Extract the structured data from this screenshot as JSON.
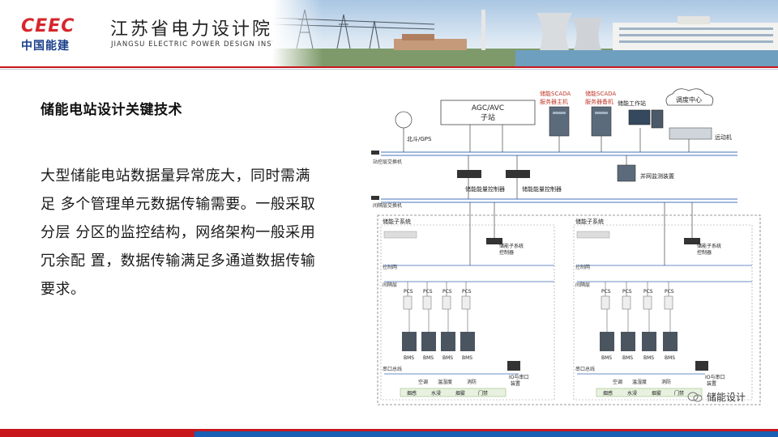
{
  "header": {
    "logo_mark": "CEEC",
    "logo_cn": "中国能建",
    "org_name_cn": "江苏省电力设计院",
    "org_name_en": "JIANGSU ELECTRIC POWER DESIGN INSTITUTE"
  },
  "slide": {
    "title": "储能电站设计关键技术",
    "body_lines": [
      "大型储能电站数据量异常庞大，同时需满",
      "足 多个管理单元数据传输需要。一般采取",
      "分层 分区的监控结构，网络架构一般采用",
      "冗余配 置，数据传输满足多通道数据传输",
      "要求。"
    ]
  },
  "diagram": {
    "agc_line1": "AGC/AVC",
    "agc_line2": "子站",
    "scada_main_1": "储能SCADA",
    "scada_main_2": "服务器主机",
    "scada_backup_1": "储能SCADA",
    "scada_backup_2": "服务器备机",
    "workstation": "储能工作站",
    "dispatch": "调度中心",
    "beidou": "北斗/GPS",
    "remote": "远动机",
    "station_switch": "站控层交换机",
    "controller_a": "储能能量控制器",
    "controller_b": "储能能量控制器",
    "grid_monitor": "并网监测装置",
    "ctrl_switch": "间隔层交换机",
    "subsystem": "储能子系统",
    "sub_controller_1": "储能子系统",
    "sub_controller_2": "控制器",
    "ctrl_net": "控制网",
    "bay_layer": "间隔层",
    "pcs": "PCS",
    "bms": "BMS",
    "serial_bus": "串口总线",
    "hvac": "空调",
    "temp_humidity": "温湿度",
    "fire": "消防",
    "io_1": "IO与串口",
    "io_2": "装置",
    "smoke": "烟感",
    "water": "水浸",
    "gas": "烟雾",
    "door": "门禁"
  },
  "watermark": {
    "text": "储能设计"
  },
  "colors": {
    "brand_red": "#c8161d",
    "brand_blue": "#1a5fb4",
    "scada_label": "#c0392b"
  }
}
